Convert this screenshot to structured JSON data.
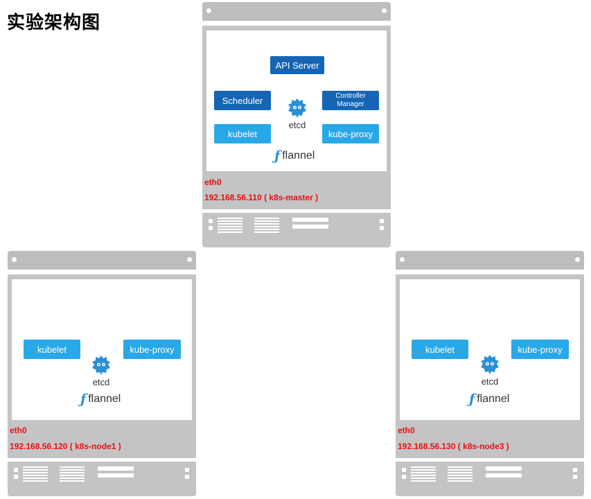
{
  "title": "实验架构图",
  "colors": {
    "server_gray": "#c4c4c4",
    "dark_component": "#1565b4",
    "light_component": "#29a8e8",
    "label_red": "#e81010",
    "etcd_blue": "#2a8fd6"
  },
  "servers": [
    {
      "id": "master",
      "components": {
        "api_server": "API Server",
        "scheduler": "Scheduler",
        "controller_manager_line1": "Controller",
        "controller_manager_line2": "Manager",
        "kubelet": "kubelet",
        "kube_proxy": "kube-proxy",
        "etcd": "etcd",
        "flannel": "flannel"
      },
      "iface": "eth0",
      "address": "192.168.56.110 ( k8s-master )"
    },
    {
      "id": "node1",
      "components": {
        "kubelet": "kubelet",
        "kube_proxy": "kube-proxy",
        "etcd": "etcd",
        "flannel": "flannel"
      },
      "iface": "eth0",
      "address": "192.168.56.120 ( k8s-node1 )"
    },
    {
      "id": "node3",
      "components": {
        "kubelet": "kubelet",
        "kube_proxy": "kube-proxy",
        "etcd": "etcd",
        "flannel": "flannel"
      },
      "iface": "eth0",
      "address": "192.168.56.130 ( k8s-node3 )"
    }
  ],
  "icons": {
    "etcd": "etcd-logo-icon",
    "flannel": "flannel-logo-icon"
  }
}
